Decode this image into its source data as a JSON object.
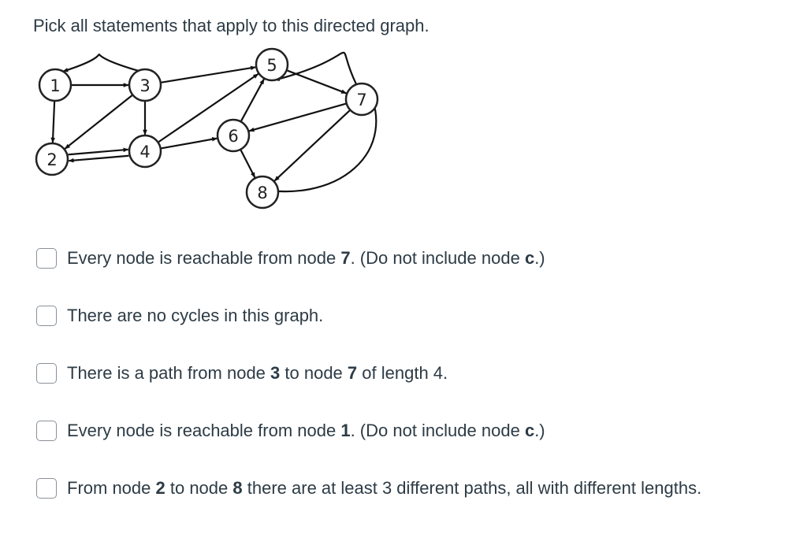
{
  "question": {
    "prompt": "Pick all statements that apply to this directed graph."
  },
  "graph": {
    "nodes": [
      {
        "id": "1",
        "label": "1"
      },
      {
        "id": "2",
        "label": "2"
      },
      {
        "id": "3",
        "label": "3"
      },
      {
        "id": "4",
        "label": "4"
      },
      {
        "id": "5",
        "label": "5"
      },
      {
        "id": "6",
        "label": "6"
      },
      {
        "id": "7",
        "label": "7"
      },
      {
        "id": "8",
        "label": "8"
      }
    ],
    "edges": [
      {
        "from": "1",
        "to": "3"
      },
      {
        "from": "3",
        "to": "1"
      },
      {
        "from": "1",
        "to": "2"
      },
      {
        "from": "3",
        "to": "2"
      },
      {
        "from": "3",
        "to": "4"
      },
      {
        "from": "3",
        "to": "5"
      },
      {
        "from": "2",
        "to": "4"
      },
      {
        "from": "4",
        "to": "2"
      },
      {
        "from": "4",
        "to": "5"
      },
      {
        "from": "4",
        "to": "6"
      },
      {
        "from": "6",
        "to": "5"
      },
      {
        "from": "6",
        "to": "8"
      },
      {
        "from": "5",
        "to": "7"
      },
      {
        "from": "7",
        "to": "5"
      },
      {
        "from": "7",
        "to": "6"
      },
      {
        "from": "7",
        "to": "8"
      },
      {
        "from": "8",
        "to": "7"
      }
    ]
  },
  "answers": [
    {
      "parts": [
        {
          "text": "Every node is reachable from node ",
          "bold": false
        },
        {
          "text": "7",
          "bold": true
        },
        {
          "text": ". (Do not include node ",
          "bold": false
        },
        {
          "text": "c",
          "bold": true
        },
        {
          "text": ".)",
          "bold": false
        }
      ]
    },
    {
      "parts": [
        {
          "text": "There are no cycles in this graph.",
          "bold": false
        }
      ]
    },
    {
      "parts": [
        {
          "text": "There is a path from node ",
          "bold": false
        },
        {
          "text": "3",
          "bold": true
        },
        {
          "text": " to node ",
          "bold": false
        },
        {
          "text": "7",
          "bold": true
        },
        {
          "text": " of length 4.",
          "bold": false
        }
      ]
    },
    {
      "parts": [
        {
          "text": "Every node is reachable from node ",
          "bold": false
        },
        {
          "text": "1",
          "bold": true
        },
        {
          "text": ". (Do not include node ",
          "bold": false
        },
        {
          "text": "c",
          "bold": true
        },
        {
          "text": ".)",
          "bold": false
        }
      ]
    },
    {
      "parts": [
        {
          "text": "From node ",
          "bold": false
        },
        {
          "text": "2",
          "bold": true
        },
        {
          "text": " to node ",
          "bold": false
        },
        {
          "text": "8",
          "bold": true
        },
        {
          "text": " there are at least 3 different paths, all with different lengths.",
          "bold": false
        }
      ]
    }
  ]
}
